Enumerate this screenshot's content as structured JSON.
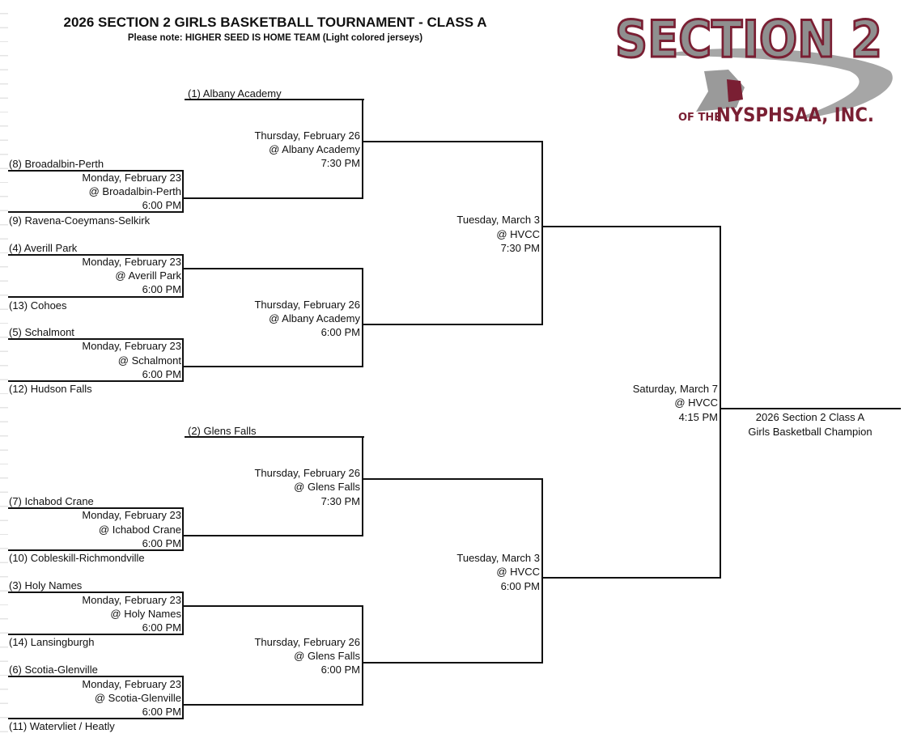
{
  "header": {
    "title": "2026 SECTION 2 GIRLS BASKETBALL TOURNAMENT - CLASS A",
    "note": "Please note:  HIGHER SEED IS HOME TEAM (Light colored jerseys)"
  },
  "logo": {
    "line1": "SECTION 2",
    "line2_prefix": "OF THE",
    "line2": "NYSPHSAA, INC.",
    "maroon": "#7a1f33",
    "gray": "#8f8f8f"
  },
  "teams": {
    "t1": "(1) Albany Academy",
    "t8": "(8) Broadalbin-Perth",
    "t9": "(9) Ravena-Coeymans-Selkirk",
    "t4": "(4) Averill Park",
    "t13": "(13) Cohoes",
    "t5": "(5) Schalmont",
    "t12": "(12) Hudson Falls",
    "t2": "(2) Glens Falls",
    "t7": "(7) Ichabod Crane",
    "t10": "(10) Cobleskill-Richmondville",
    "t3": "(3) Holy Names",
    "t14": "(14) Lansingburgh",
    "t6": "(6) Scotia-Glenville",
    "t11": "(11) Watervliet / Heatly"
  },
  "round1": [
    {
      "date": "Monday, February 23",
      "site": "@ Broadalbin-Perth",
      "time": "6:00 PM"
    },
    {
      "date": "Monday, February 23",
      "site": "@ Averill Park",
      "time": "6:00 PM"
    },
    {
      "date": "Monday, February 23",
      "site": "@ Schalmont",
      "time": "6:00 PM"
    },
    {
      "date": "Monday, February 23",
      "site": "@ Ichabod Crane",
      "time": "6:00 PM"
    },
    {
      "date": "Monday, February 23",
      "site": "@ Holy Names",
      "time": "6:00 PM"
    },
    {
      "date": "Monday, February 23",
      "site": "@ Scotia-Glenville",
      "time": "6:00 PM"
    }
  ],
  "quarterfinals": [
    {
      "date": "Thursday, February 26",
      "site": "@ Albany Academy",
      "time": "7:30 PM"
    },
    {
      "date": "Thursday, February 26",
      "site": "@ Albany Academy",
      "time": "6:00 PM"
    },
    {
      "date": "Thursday, February 26",
      "site": "@ Glens Falls",
      "time": "7:30 PM"
    },
    {
      "date": "Thursday, February 26",
      "site": "@ Glens Falls",
      "time": "6:00 PM"
    }
  ],
  "semifinals": [
    {
      "date": "Tuesday, March 3",
      "site": "@ HVCC",
      "time": "7:30 PM"
    },
    {
      "date": "Tuesday, March 3",
      "site": "@ HVCC",
      "time": "6:00 PM"
    }
  ],
  "final": {
    "date": "Saturday, March 7",
    "site": "@ HVCC",
    "time": "4:15 PM"
  },
  "champion": {
    "line1": "2026 Section 2 Class A",
    "line2": "Girls Basketball Champion"
  }
}
